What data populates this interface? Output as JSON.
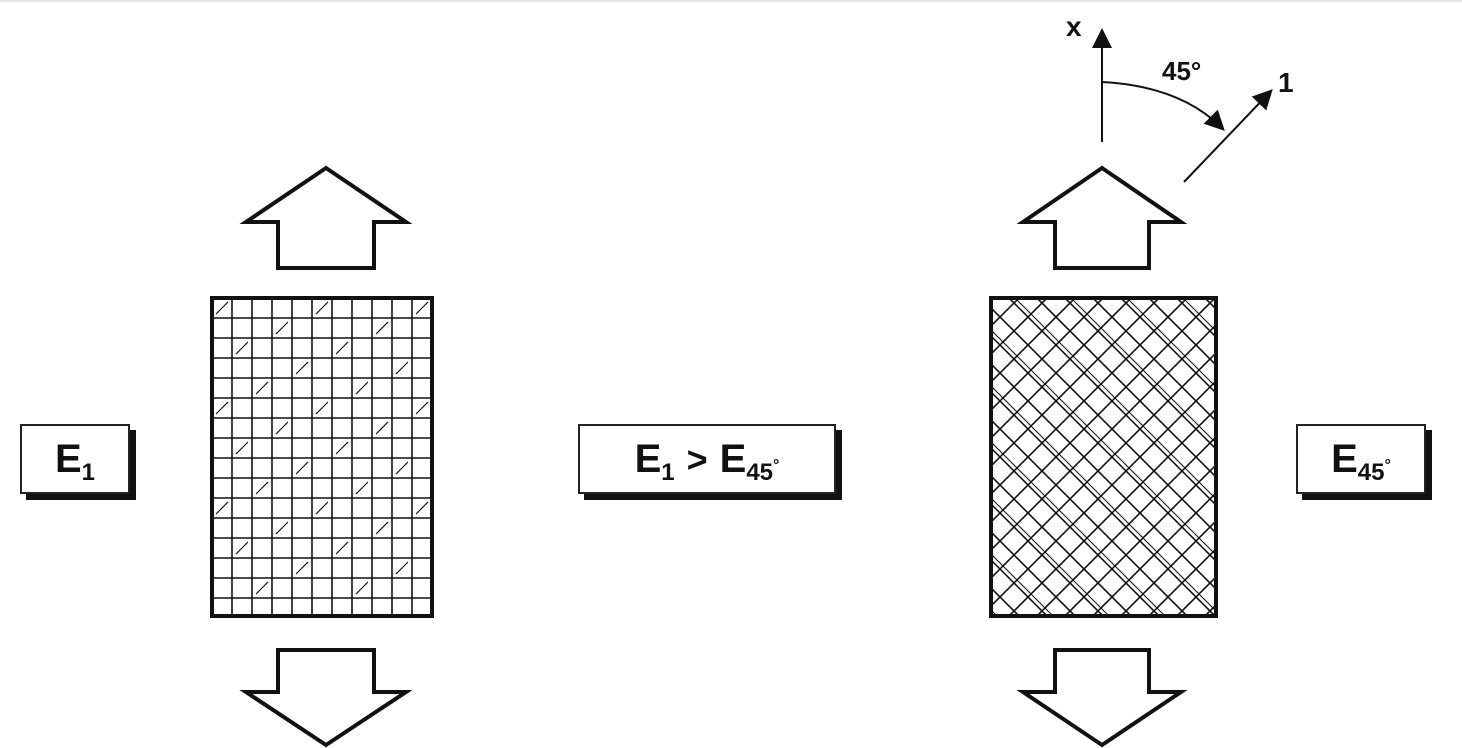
{
  "labels": {
    "left": {
      "main": "E",
      "sub": "1"
    },
    "middle": {
      "left_main": "E",
      "left_sub": "1",
      "operator": ">",
      "right_main": "E",
      "right_sub": "45",
      "right_deg": "°"
    },
    "right": {
      "main": "E",
      "sub": "45",
      "deg": "°"
    }
  },
  "axes": {
    "x_label": "x",
    "angle_label": "45°",
    "fiber_label": "1"
  }
}
